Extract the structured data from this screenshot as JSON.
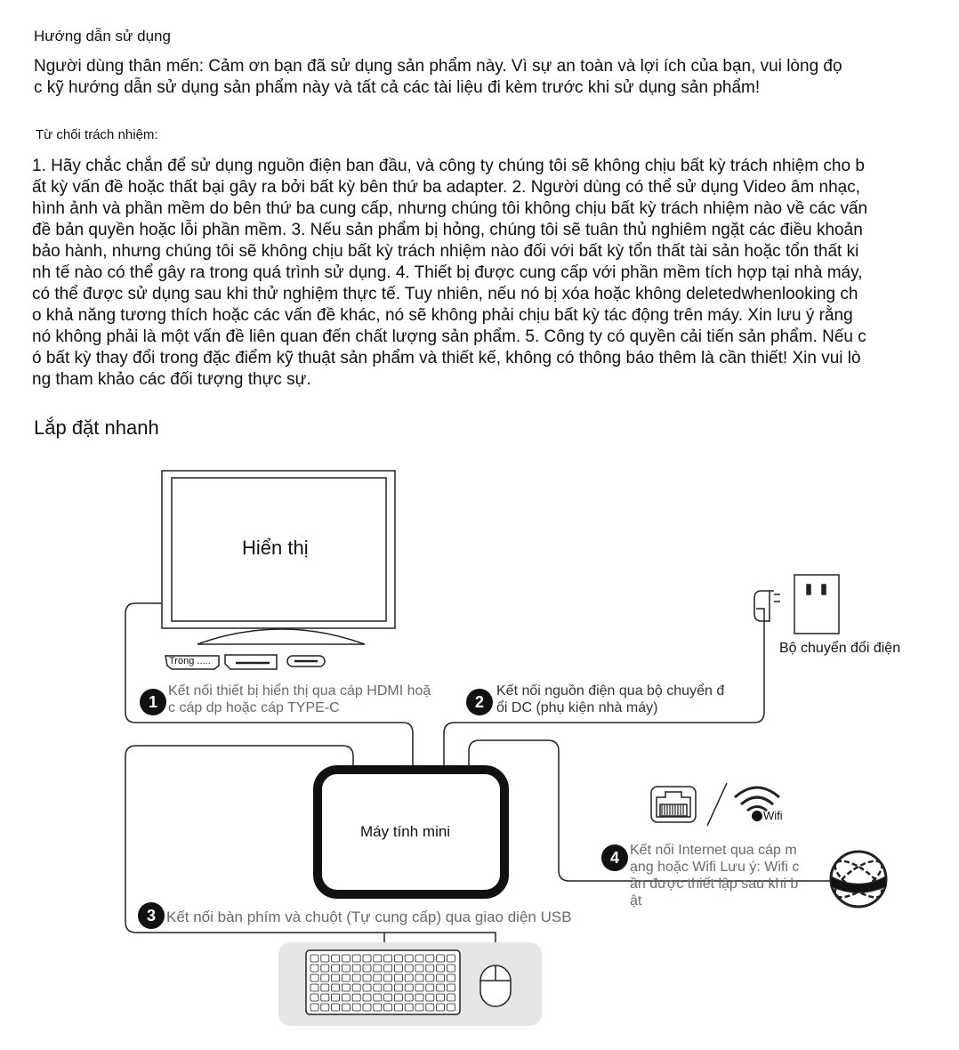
{
  "title": "Hướng dẫn sử dụng",
  "intro_lines": [
    "Người dùng thân mến: Cảm ơn bạn đã sử dụng sản phẩm này. Vì sự an toàn và lợi ích của bạn, vui lòng đọ",
    "c kỹ hướng dẫn sử dụng sản phẩm này và tất cả các tài liệu đi kèm trước khi sử dụng sản phẩm!"
  ],
  "disclaimer_title": "Từ chối trách nhiệm:",
  "disclaimer_lines": [
    "1. Hãy chắc chắn để sử dụng nguồn điện ban đầu, và công ty chúng tôi sẽ không chịu bất kỳ trách nhiệm cho b",
    "ất kỳ vấn đề hoặc thất bại gây ra bởi bất kỳ bên thứ ba adapter. 2. Người dùng có thể sử dụng Video âm nhạc,",
    "hình ảnh và phần mềm do bên thứ ba cung cấp, nhưng chúng tôi không chịu bất kỳ trách nhiệm nào về các vấn",
    " đề bản quyền hoặc lỗi phần mềm. 3. Nếu sản phẩm bị hỏng, chúng tôi sẽ tuân thủ nghiêm ngặt các điều khoản",
    " bảo hành, nhưng chúng tôi sẽ không chịu bất kỳ trách nhiệm nào đối với bất kỳ tổn thất tài sản hoặc tổn thất ki",
    "nh tế nào có thể gây ra trong quá trình sử dụng. 4. Thiết bị được cung cấp với phần mềm tích hợp tại nhà máy,",
    " có thể được sử dụng sau khi thử nghiệm thực tế. Tuy nhiên, nếu nó bị xóa hoặc không deletedwhenlooking ch",
    "o khả năng tương thích hoặc các vấn đề khác, nó sẽ không phải chịu bất kỳ tác động trên máy. Xin lưu ý rằng",
    "nó không phải là một vấn đề liên quan đến chất lượng sản phẩm. 5. Công ty có quyền cải tiến sản phẩm. Nếu c",
    "ó bất kỳ thay đổi trong đặc điểm kỹ thuật sản phẩm và thiết kế, không có thông báo thêm là cần thiết! Xin vui lò",
    "ng tham khảo các đối tượng thực sự."
  ],
  "quick_title": "Lắp đặt nhanh",
  "diagram": {
    "display_label": "Hiển thị",
    "port_label": "Trong .....",
    "adapter_label": "Bộ chuyển đổi điện",
    "mini_pc_label": "Máy tính mini",
    "wifi_label": "Wifi",
    "steps": [
      {
        "num": "1",
        "lines": [
          "Kết nối thiết bị hiển thị qua cáp HDMI hoặ",
          "c cáp dp hoặc cáp TYPE-C"
        ]
      },
      {
        "num": "2",
        "lines": [
          "Kết nối nguồn điện qua bộ chuyển đ",
          "ổi DC (phụ kiện nhà máy)"
        ]
      },
      {
        "num": "3",
        "lines": [
          "Kết nối bàn phím và chuột (Tự cung cấp) qua giao diện USB"
        ]
      },
      {
        "num": "4",
        "lines": [
          "Kết nối Internet qua cáp m",
          "ạng hoặc Wifi Lưu ý: Wifi c",
          "ần được thiết lập sau khi b",
          "ật"
        ]
      }
    ]
  }
}
